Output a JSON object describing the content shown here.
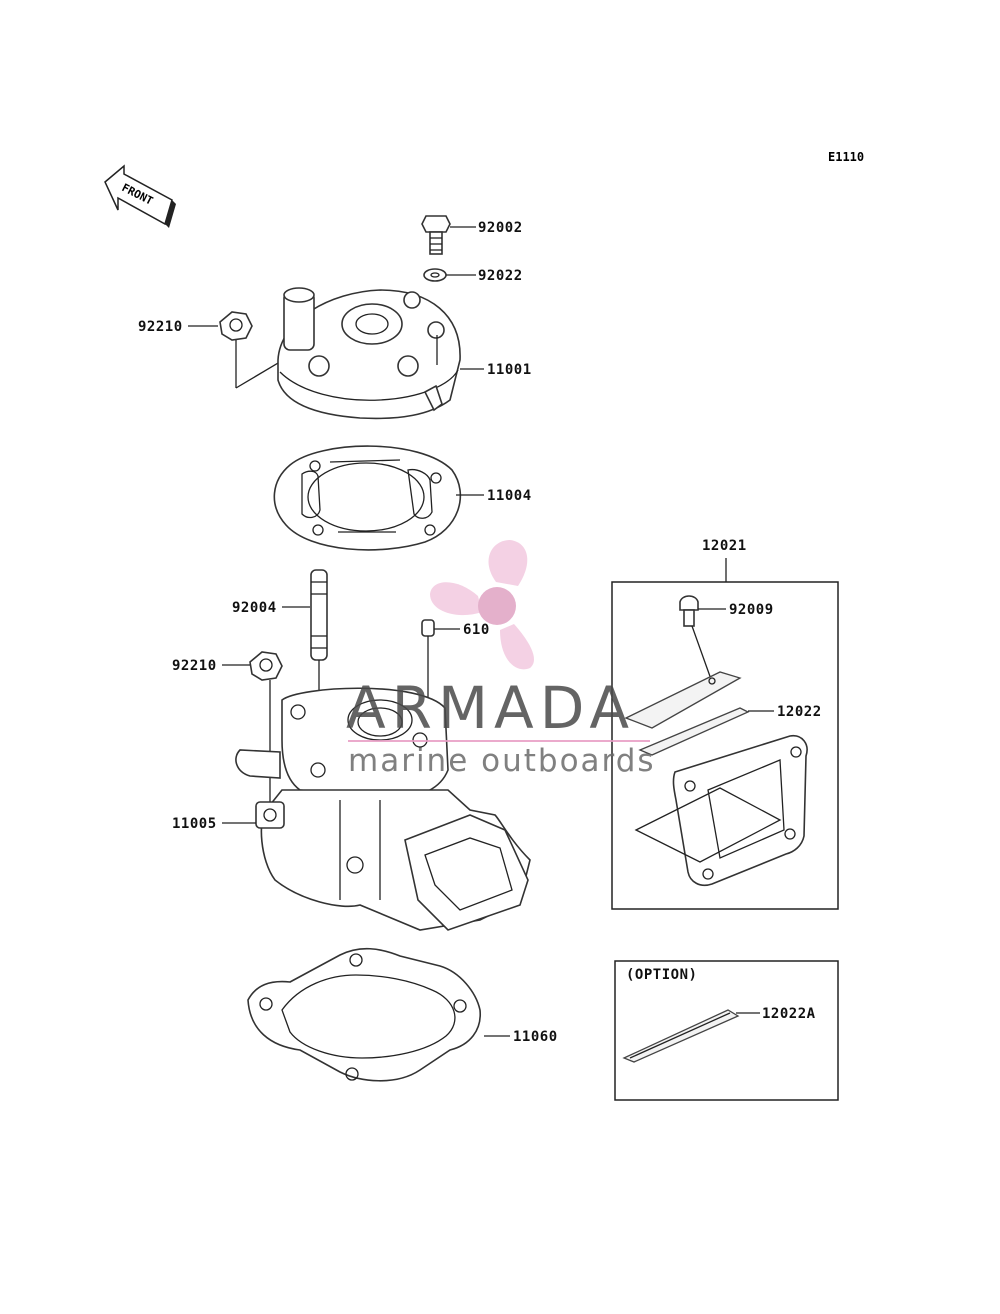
{
  "diagram_code": "E1110",
  "front_arrow_text": "FRONT",
  "option_label": "(OPTION)",
  "parts": {
    "p92002": "92002",
    "p92022": "92022",
    "p92210_top": "92210",
    "p11001": "11001",
    "p11004": "11004",
    "p12021": "12021",
    "p92009": "92009",
    "p92004": "92004",
    "p610": "610",
    "p92210_mid": "92210",
    "p12022": "12022",
    "p11005": "11005",
    "p11060": "11060",
    "p12022A": "12022A"
  },
  "watermark": {
    "brand": "ARMADA",
    "tagline": "marine outboards",
    "logo_color": "#e89cc4",
    "logo_center_color": "#e0a3c3",
    "text_color": "#4a4a4a",
    "tagline_color": "#6a6a6a"
  },
  "colors": {
    "line": "#222222",
    "background": "#ffffff"
  }
}
